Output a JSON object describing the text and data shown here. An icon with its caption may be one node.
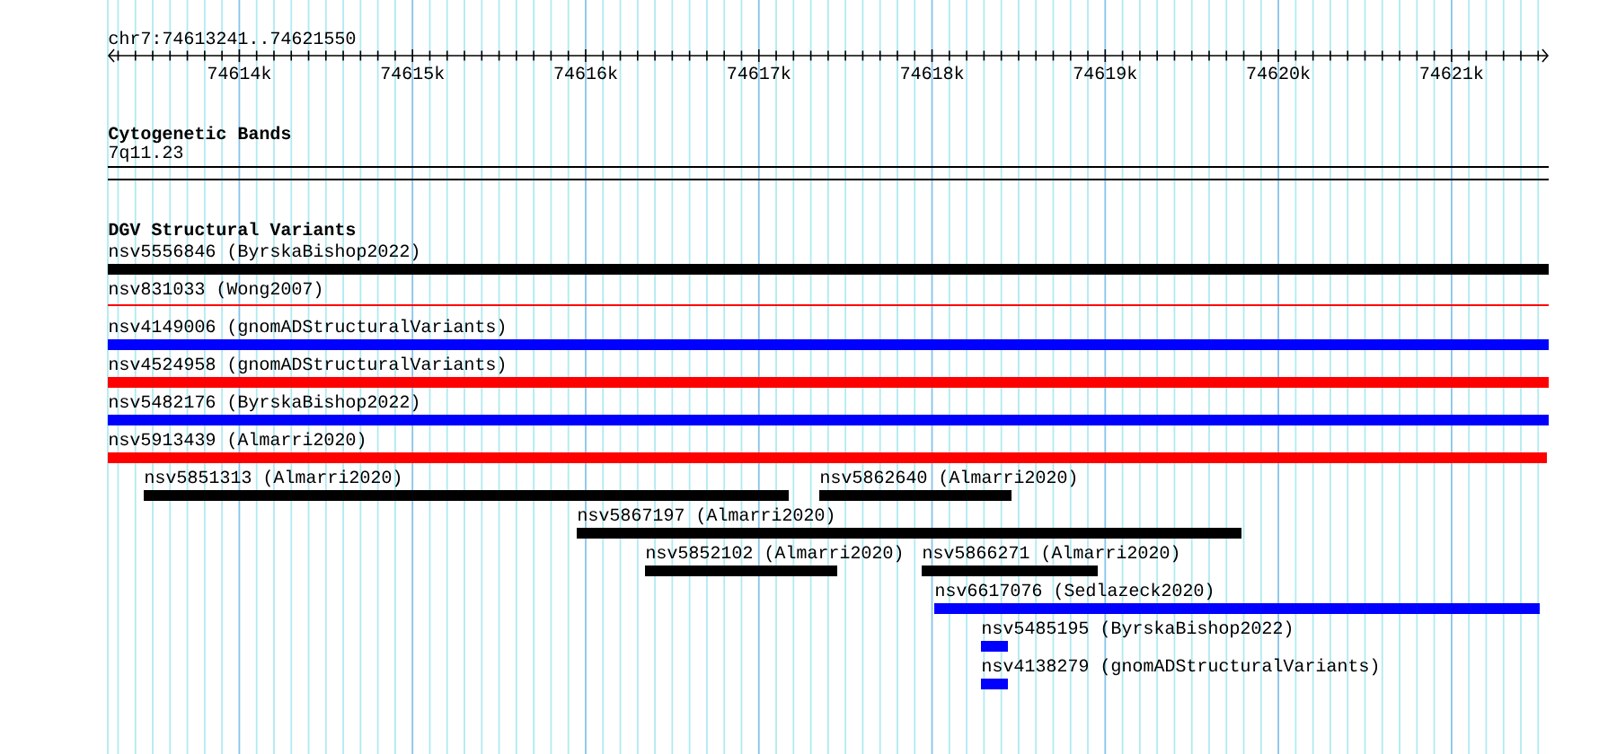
{
  "diagram": {
    "nodes": [
      {
        "text": [
          "7q11.23"
        ]
      },
      {
        "text": [
          "nsv5556846 (ByrskaBishop2022)"
        ]
      },
      {
        "text": [
          "nsv831033 (Wong2007)"
        ]
      },
      {
        "text": [
          "nsv4149006 (gnomADStructuralVariants)"
        ]
      },
      {
        "text": [
          "nsv4524958 (gnomADStructuralVariants)"
        ]
      },
      {
        "text": [
          "nsv5482176 (ByrskaBishop2022)"
        ]
      },
      {
        "text": [
          "nsv5913439 (Almarri2020)"
        ]
      },
      {
        "text": [
          "nsv5851313 (Almarri2020)"
        ]
      },
      {
        "text": [
          "nsv5862640 (Almarri2020)"
        ]
      },
      {
        "text": [
          "nsv5867197 (Almarri2020)"
        ]
      },
      {
        "text": [
          "nsv5852102 (Almarri2020)"
        ]
      },
      {
        "text": [
          "nsv5866271 (Almarri2020)"
        ]
      },
      {
        "text": [
          "nsv6617076 (Sedlazeck2020)"
        ]
      },
      {
        "text": [
          "nsv5485195 (ByrskaBishop2022)"
        ]
      },
      {
        "text": [
          "nsv4138279 (gnomADStructuralVariants)"
        ]
      }
    ],
    "labels": [
      "chr7:74613241..74621550",
      "74614k",
      "74615k",
      "74616k",
      "74617k",
      "74618k",
      "74619k",
      "74620k",
      "74621k",
      "Cytogenetic Bands",
      "DGV Structural Variants"
    ]
  }
}
